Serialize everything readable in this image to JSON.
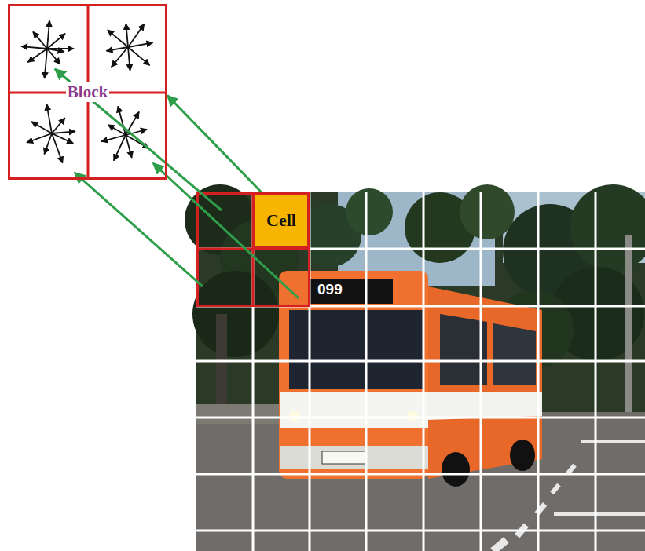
{
  "diagram": {
    "nodes": [
      {
        "text": [
          "Block"
        ]
      },
      {
        "text": [
          "Cell"
        ]
      }
    ],
    "edges": [
      {
        "from": 1,
        "to": 0,
        "arrow": "to"
      }
    ],
    "labels": [
      "099"
    ]
  }
}
